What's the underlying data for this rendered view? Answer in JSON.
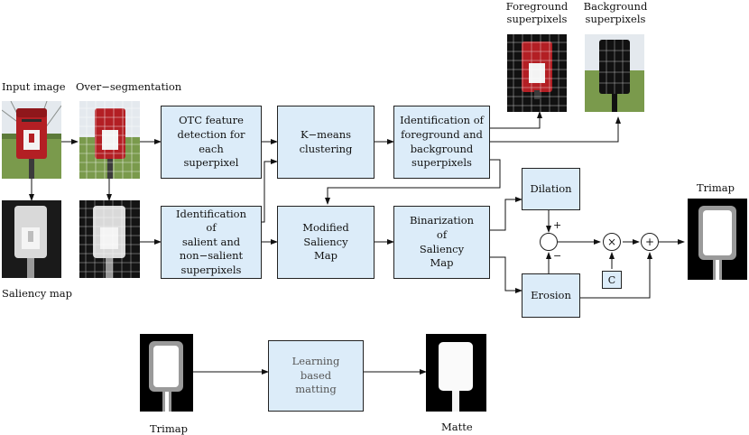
{
  "labels": {
    "input_image": "Input image",
    "over_segmentation": "Over−segmentation",
    "saliency_map": "Saliency map",
    "foreground_superpixels": "Foreground\nsuperpixels",
    "background_superpixels": "Background\nsuperpixels",
    "trimap_right": "Trimap",
    "trimap_bottom": "Trimap",
    "matte": "Matte"
  },
  "boxes": {
    "otc": "OTC feature\ndetection for each\nsuperpixel",
    "kmeans": "K−means\nclustering",
    "identification_fg_bg": "Identification of\nforeground and\nbackground\nsuperpixels",
    "identification_salient": "Identification\nof\nsalient and\nnon−salient\nsuperpixels",
    "modified_saliency": "Modified\nSaliency\nMap",
    "binarization": "Binarization\nof\nSaliency\nMap",
    "dilation": "Dilation",
    "erosion": "Erosion",
    "learning_matting": "Learning\nbased\nmatting"
  },
  "operators": {
    "minus_node": "",
    "times_node": "×",
    "plus_node": "+",
    "plus_sign": "+",
    "minus_sign": "−",
    "constant": "C"
  },
  "colors": {
    "box_fill": "#dcecf9",
    "stroke": "#222222",
    "postbox_red": "#b31f24",
    "grass_green": "#7a9a4c",
    "sky": "#e4e9ee"
  }
}
